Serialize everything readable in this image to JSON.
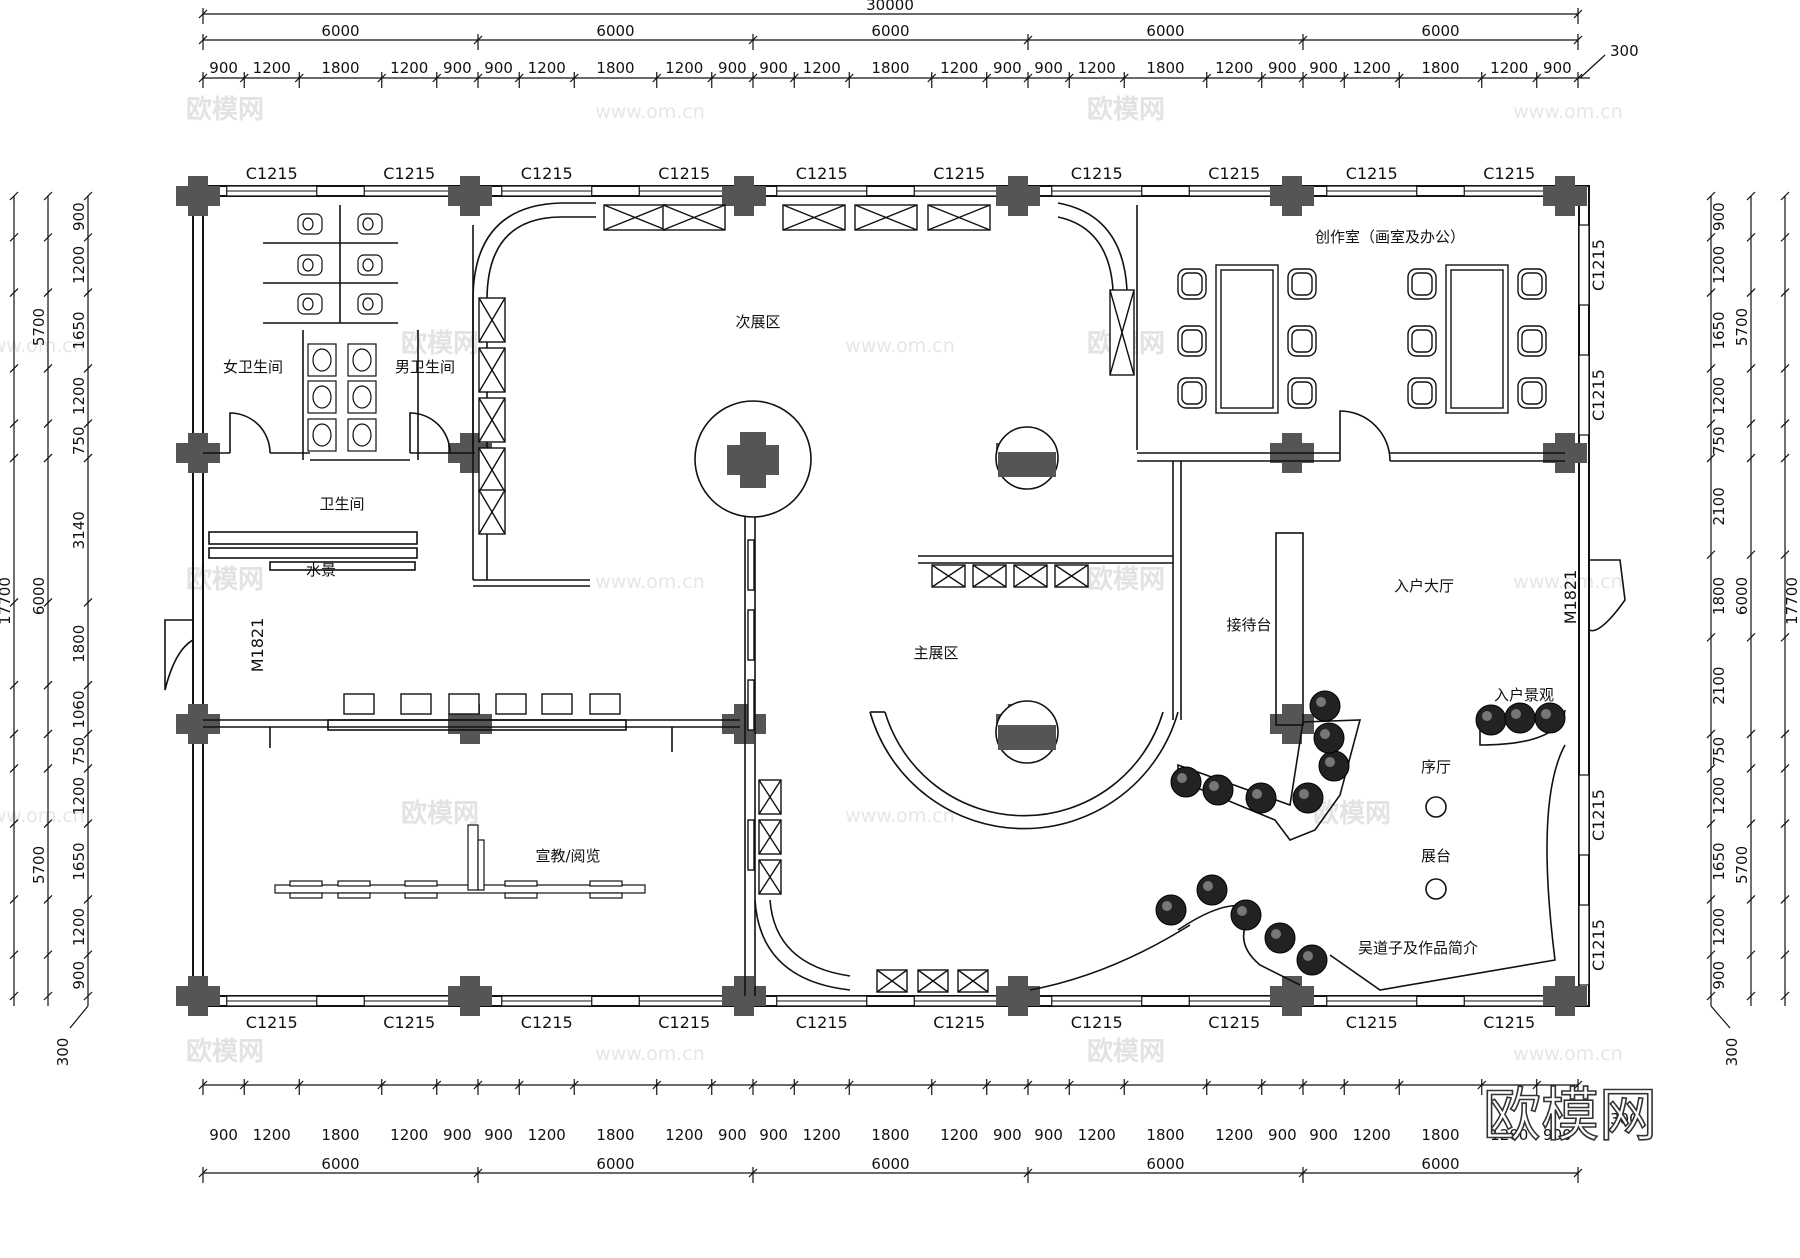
{
  "drawing": {
    "overall_width": "30000",
    "overall_depth": "17700",
    "top_bays": [
      "6000",
      "6000",
      "6000",
      "6000",
      "6000"
    ],
    "top_sub": [
      "900",
      "1200",
      "1800",
      "1200",
      "900"
    ],
    "top_offset": "300",
    "bottom_offset": "300",
    "left_sections": [
      "5700",
      "6000",
      "5700"
    ],
    "left_sub": [
      "900",
      "1200",
      "1650",
      "1200",
      "750",
      "3140",
      "1800",
      "1060",
      "750",
      "1200",
      "1650",
      "1200",
      "900"
    ],
    "right_sections": [
      "5700",
      "6000",
      "5700"
    ],
    "right_sub": [
      "900",
      "1200",
      "1650",
      "1200",
      "750",
      "2100",
      "1800",
      "2100",
      "750",
      "1200",
      "1650",
      "1200",
      "900"
    ],
    "left_offset": "300",
    "right_offset": "300",
    "window_label": "C1215",
    "door_label": "M1821"
  },
  "rooms": {
    "womens_wc": "女卫生间",
    "mens_wc": "男卫生间",
    "toilet": "卫生间",
    "water_feature": "水景",
    "secondary_exhibit": "次展区",
    "main_exhibit": "主展区",
    "studio": "创作室（画室及办公）",
    "lobby": "入户大厅",
    "reception": "接待台",
    "entry_landscape": "入户景观",
    "preface_hall": "序厅",
    "display_stand": "展台",
    "intro": "吴道子及作品简介",
    "reading": "宣教/阅览"
  },
  "watermark": {
    "brand": "欧模网",
    "url": "www.om.cn"
  }
}
